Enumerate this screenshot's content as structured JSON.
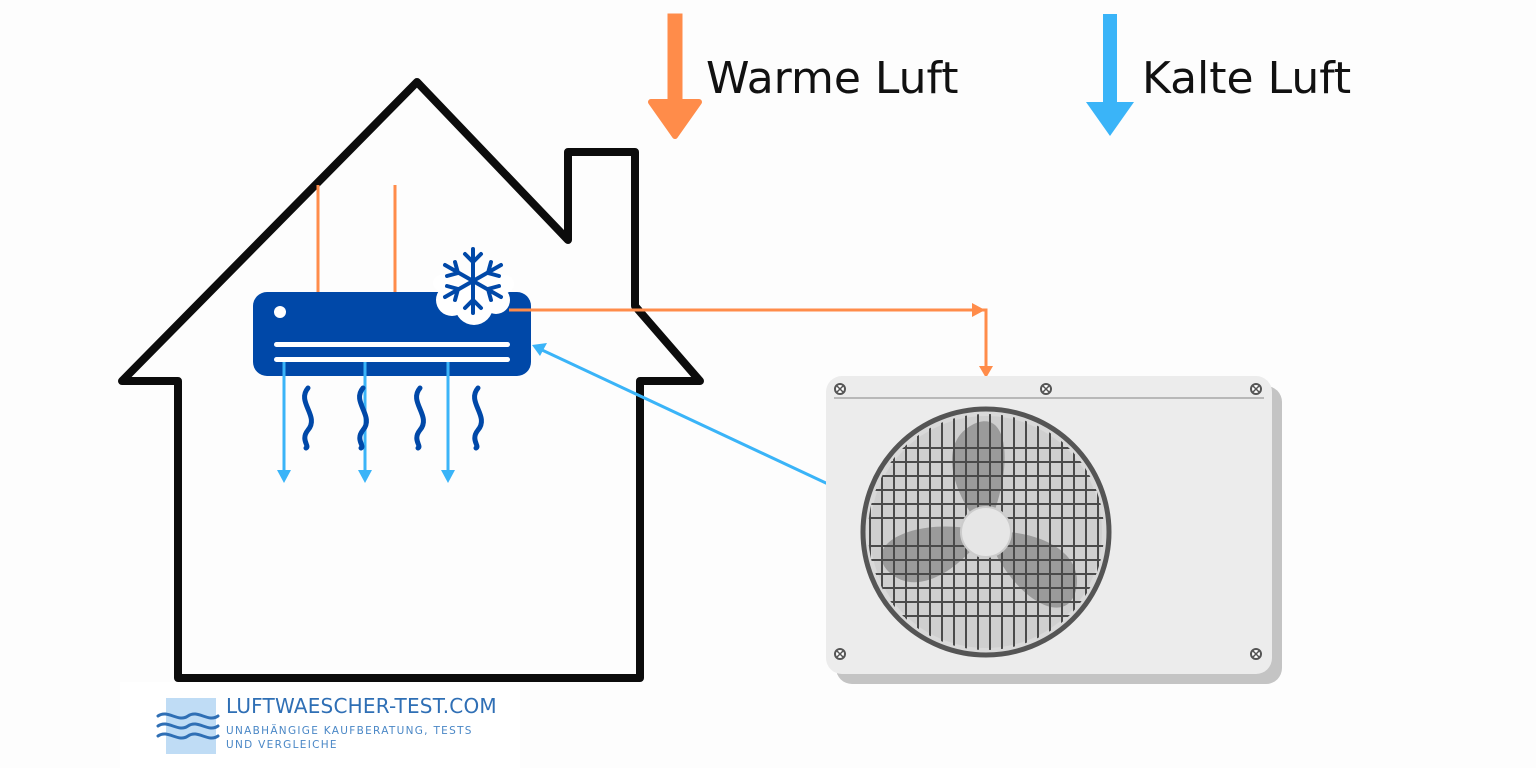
{
  "legend": {
    "warm_label": "Warme Luft",
    "cold_label": "Kalte Luft"
  },
  "brand": {
    "name": "LUFTWAESCHER-TEST.COM",
    "tagline": "UNABHÄNGIGE KAUFBERATUNG, TESTS UND VERGLEICHE"
  },
  "icons": {
    "indoor_unit_symbol": "snowflake-icon",
    "outdoor_unit": "fan-icon",
    "brand_logo": "air-waves-icon"
  },
  "colors": {
    "warm_air": "#ff8c4a",
    "cold_air": "#3ab4f8",
    "indoor_unit": "#0048a8",
    "house_outline": "#0c0c0c",
    "outdoor_unit_body": "#ececec"
  }
}
